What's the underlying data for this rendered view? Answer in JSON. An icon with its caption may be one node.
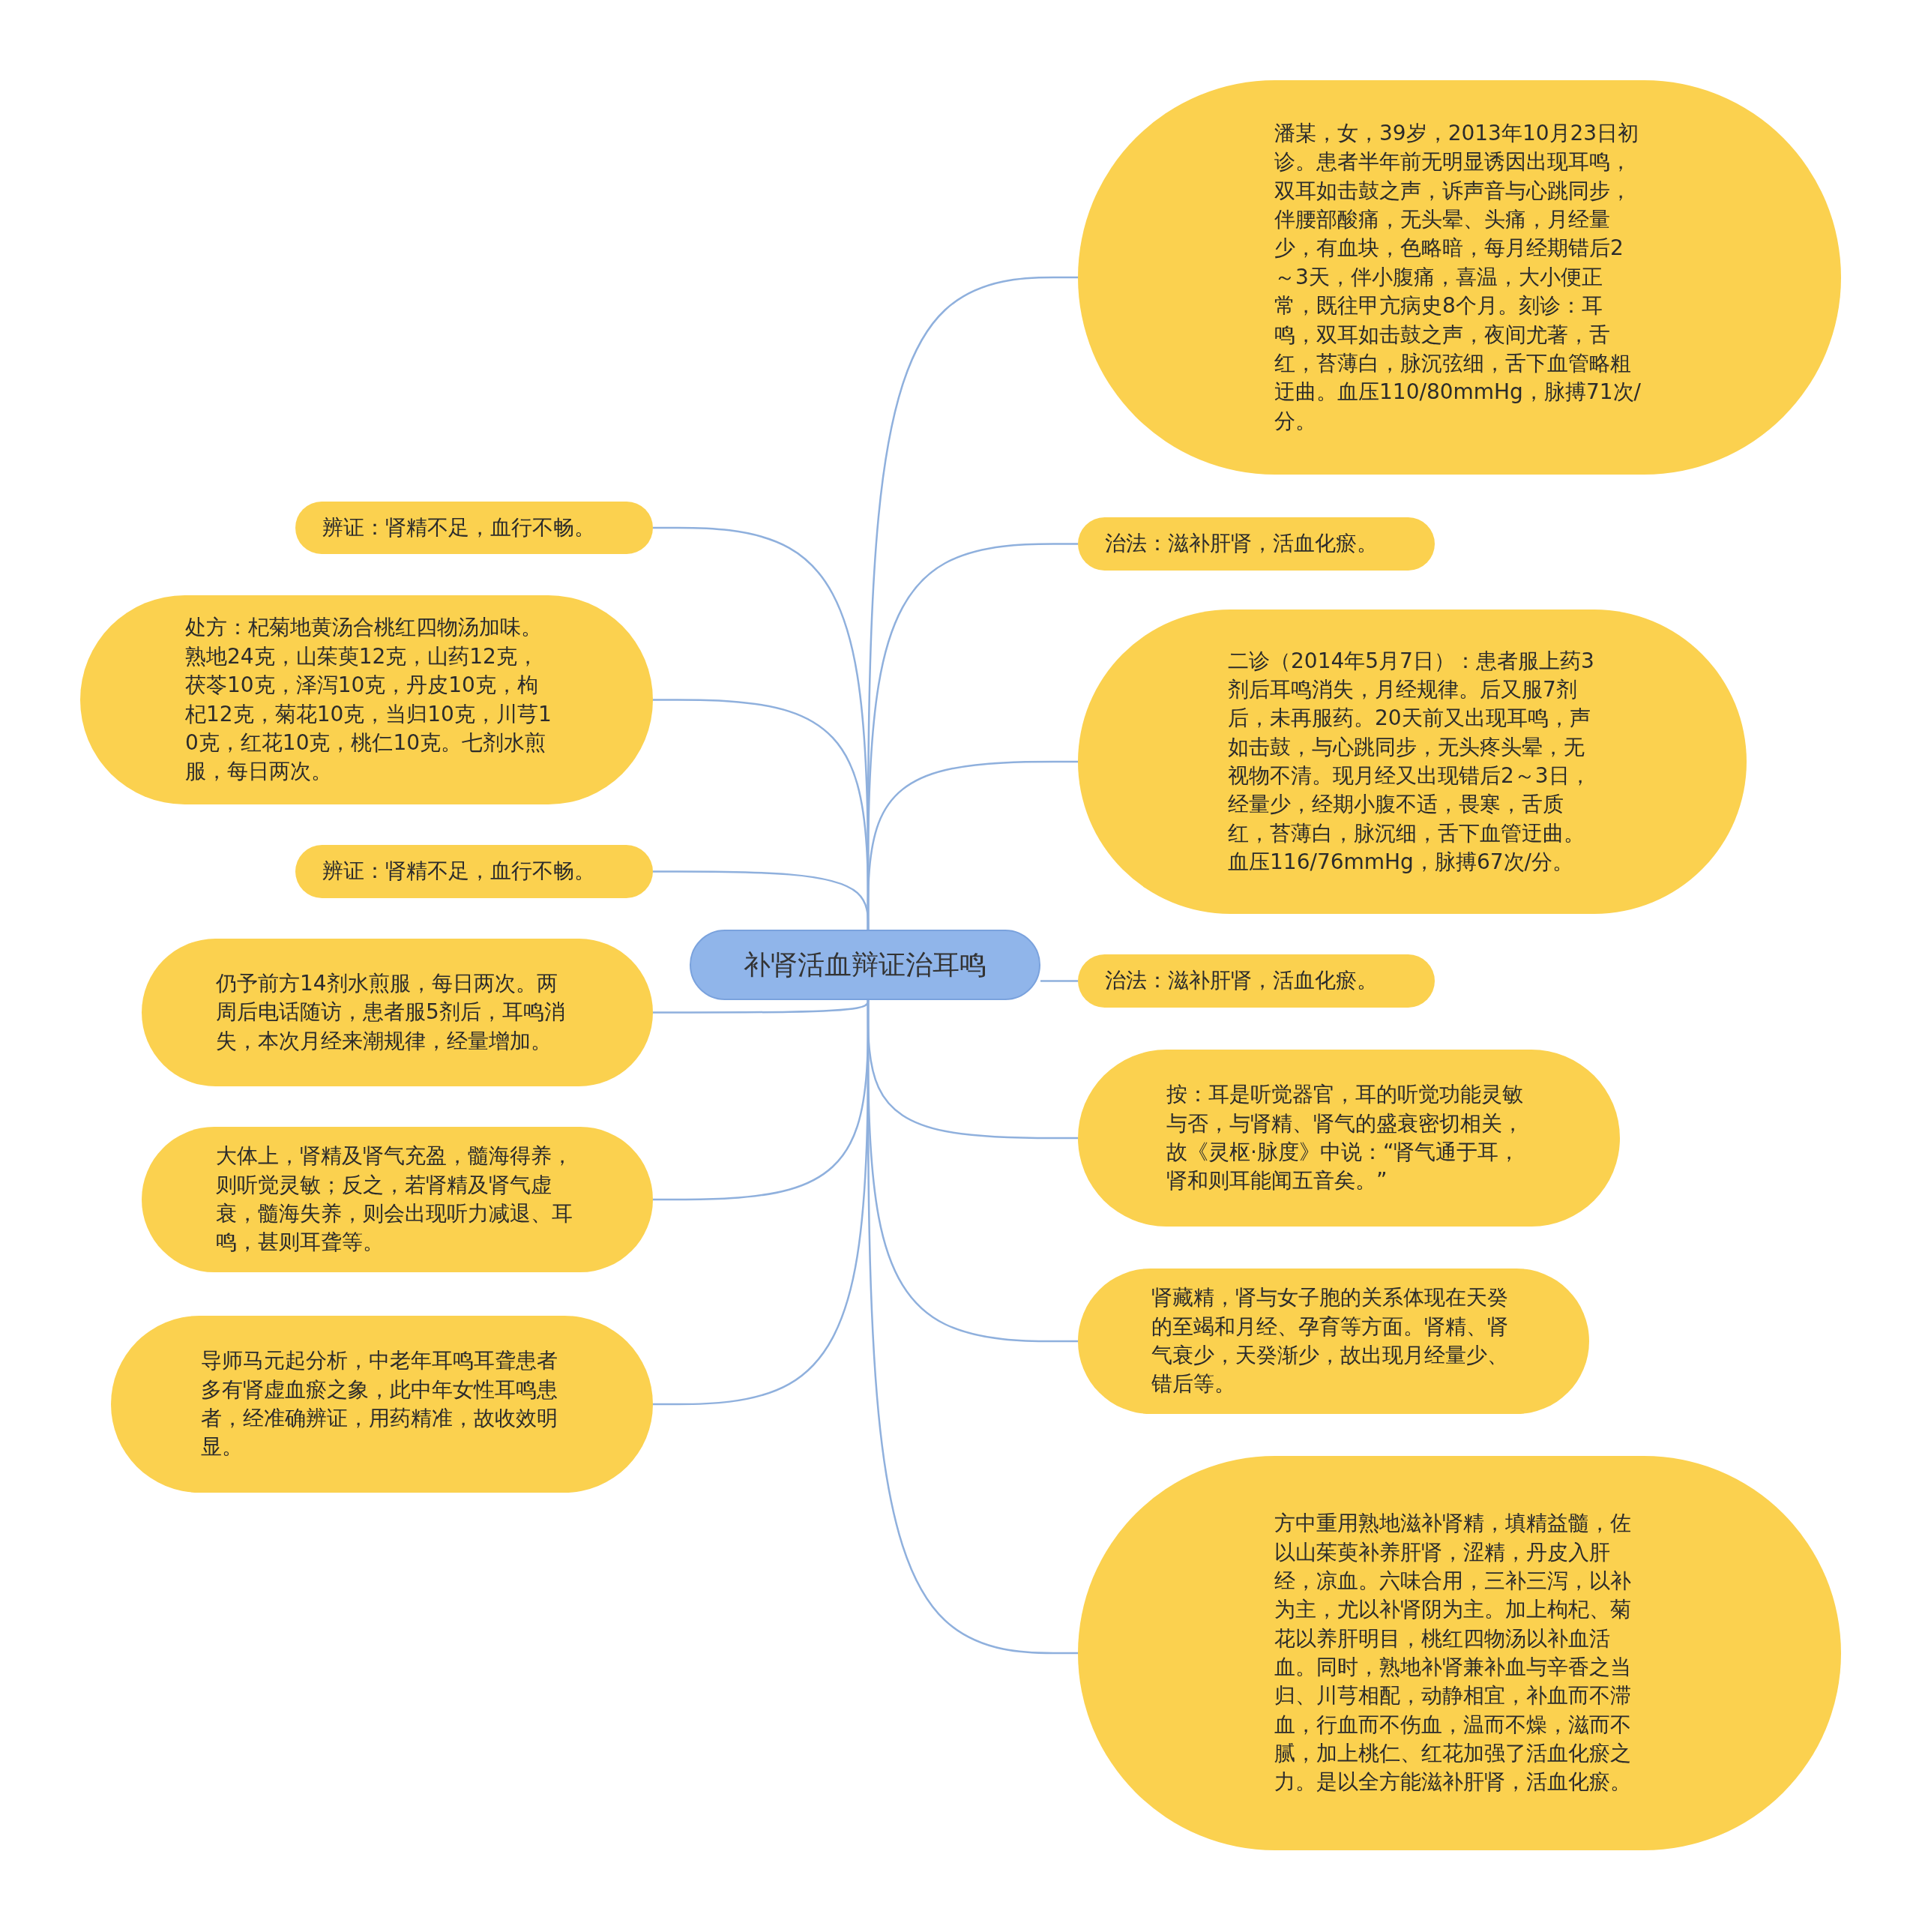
{
  "diagram": {
    "nodes": [
      {
        "text": [
          "补肾活血辩证治耳鸣"
        ]
      },
      {
        "text": [
          "潘某，女，39岁，2013年10月23日初诊。患者半年前无明显诱因出现耳鸣，双耳如击鼓之声，诉声音与心跳同步，伴腰部酸痛，无头晕、头痛，月经量少，有血块，色略暗，每月经期错后2～3天，伴小腹痛，喜温，大小便正常，既往甲亢病史8个月。刻诊：耳鸣，双耳如击鼓之声，夜间尤著，舌红，苔薄白，脉沉弦细，舌下血管略粗迂曲。血压110/80mmHg，脉搏71次/分。"
        ]
      },
      {
        "text": [
          "治法：滋补肝肾，活血化瘀。"
        ]
      },
      {
        "text": [
          "二诊（2014年5月7日）：患者服上药3剂后耳鸣消失，月经规律。后又服7剂后，未再服药。20天前又出现耳鸣，声如击鼓，与心跳同步，无头疼头晕，无视物不清。现月经又出现错后2～3日，经量少，经期小腹不适，畏寒，舌质红，苔薄白，脉沉细，舌下血管迂曲。血压116/76mmHg，脉搏67次/分。"
        ]
      },
      {
        "text": [
          "治法：滋补肝肾，活血化瘀。"
        ]
      },
      {
        "text": [
          "按：耳是听觉器官，耳的听觉功能灵敏与否，与肾精、肾气的盛衰密切相关，故《灵枢·脉度》中说：“肾气通于耳，肾和则耳能闻五音矣。”"
        ]
      },
      {
        "text": [
          "肾藏精，肾与女子胞的关系体现在天癸的至竭和月经、孕育等方面。肾精、肾气衰少，天癸渐少，故出现月经量少、错后等。"
        ]
      },
      {
        "text": [
          "方中重用熟地滋补肾精，填精益髓，佐以山茱萸补养肝肾，涩精，丹皮入肝经，凉血。六味合用，三补三泻，以补为主，尤以补肾阴为主。加上枸杞、菊花以养肝明目，桃红四物汤以补血活血。同时，熟地补肾兼补血与辛香之当归、川芎相配，动静相宜，补血而不滞血，行血而不伤血，温而不燥，滋而不腻，加上桃仁、红花加强了活血化瘀之力。是以全方能滋补肝肾，活血化瘀。"
        ]
      },
      {
        "text": [
          "辨证：肾精不足，血行不畅。"
        ]
      },
      {
        "text": [
          "处方：杞菊地黄汤合桃红四物汤加味。熟地24克，山茱萸12克，山药12克，茯苓10克，泽泻10克，丹皮10克，枸杞12克，菊花10克，当归10克，川芎10克，红花10克，桃仁10克。七剂水煎服，每日两次。"
        ]
      },
      {
        "text": [
          "辨证：肾精不足，血行不畅。"
        ]
      },
      {
        "text": [
          "仍予前方14剂水煎服，每日两次。两周后电话随访，患者服5剂后，耳鸣消失，本次月经来潮规律，经量增加。"
        ]
      },
      {
        "text": [
          "大体上，肾精及肾气充盈，髓海得养，则听觉灵敏；反之，若肾精及肾气虚衰，髓海失养，则会出现听力减退、耳鸣，甚则耳聋等。"
        ]
      },
      {
        "text": [
          "导师马元起分析，中老年耳鸣耳聋患者多有肾虚血瘀之象，此中年女性耳鸣患者，经准确辨证，用药精准，故收效明显。"
        ]
      }
    ],
    "edges": [
      {
        "from": 0,
        "to": 1,
        "arrow": "none"
      },
      {
        "from": 0,
        "to": 2,
        "arrow": "none"
      },
      {
        "from": 0,
        "to": 3,
        "arrow": "none"
      },
      {
        "from": 0,
        "to": 4,
        "arrow": "none"
      },
      {
        "from": 0,
        "to": 5,
        "arrow": "none"
      },
      {
        "from": 0,
        "to": 6,
        "arrow": "none"
      },
      {
        "from": 0,
        "to": 7,
        "arrow": "none"
      },
      {
        "from": 0,
        "to": 8,
        "arrow": "none"
      },
      {
        "from": 0,
        "to": 9,
        "arrow": "none"
      },
      {
        "from": 0,
        "to": 10,
        "arrow": "none"
      },
      {
        "from": 0,
        "to": 11,
        "arrow": "none"
      },
      {
        "from": 0,
        "to": 12,
        "arrow": "none"
      },
      {
        "from": 0,
        "to": 13,
        "arrow": "none"
      }
    ]
  }
}
